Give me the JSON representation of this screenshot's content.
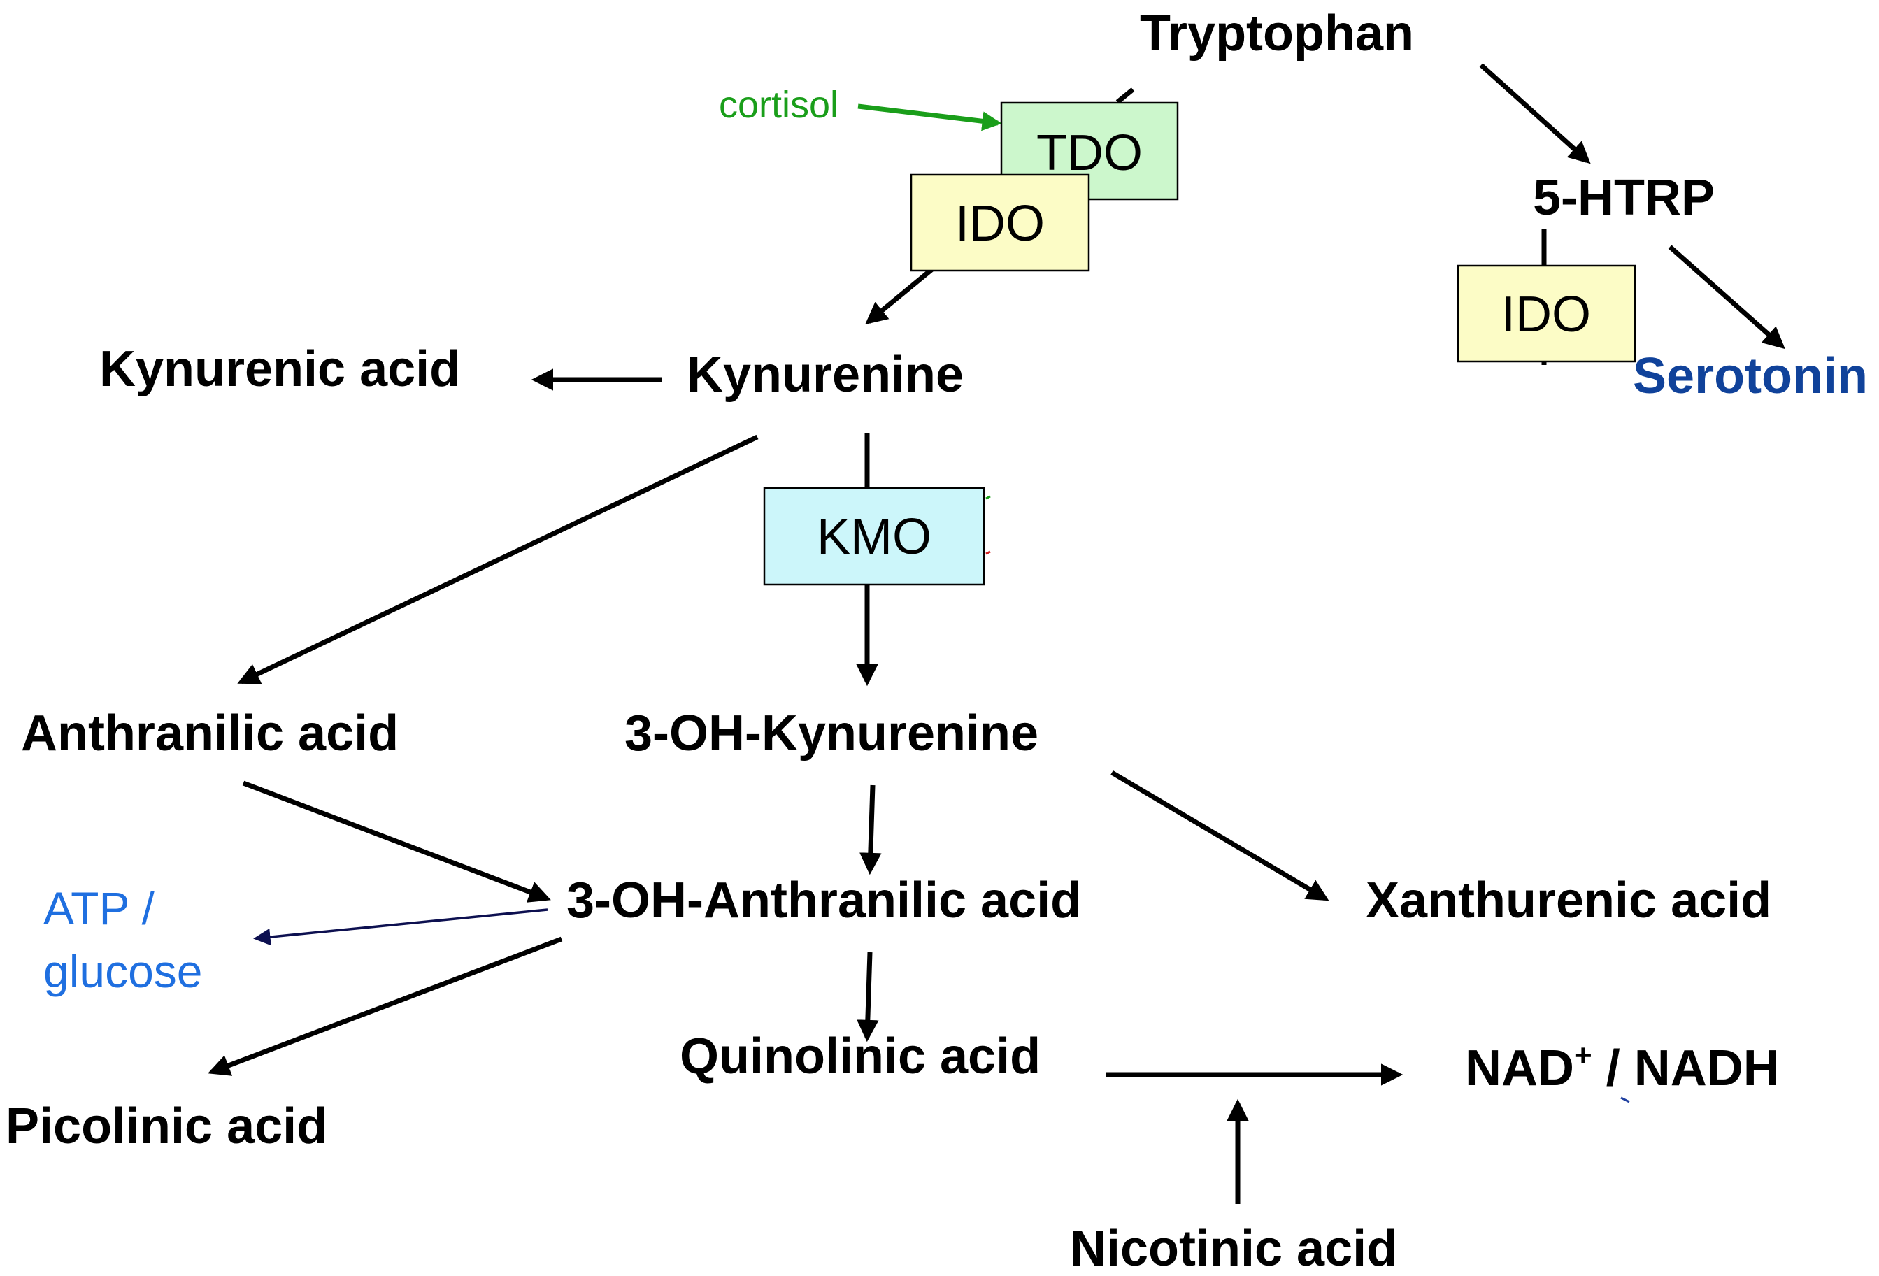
{
  "colors": {
    "tdo_fill": "#ccf7cc",
    "ido_fill": "#fcfcc6",
    "kmo_fill": "#ccf6fa",
    "arrow": "#000000",
    "cortisol": "#1a9e1a",
    "atp_arrow": "#0d1050",
    "blue_note": "#1f6fe0",
    "serotonin": "#10429a"
  },
  "nodes": {
    "tryptophan": "Tryptophan",
    "htrp": "5-HTRP",
    "serotonin": "Serotonin",
    "kynurenine": "Kynurenine",
    "kynurenic_acid": "Kynurenic acid",
    "anthranilic_acid": "Anthranilic acid",
    "oh_kynurenine": "3-OH-Kynurenine",
    "oh_anthranilic_acid": "3-OH-Anthranilic acid",
    "xanthurenic_acid": "Xanthurenic acid",
    "quinolinic_acid": "Quinolinic acid",
    "picolinic_acid": "Picolinic acid",
    "nad": "NAD",
    "nad_sup": "+",
    "nad_rest": " / NADH",
    "nicotinic_acid": "Nicotinic acid"
  },
  "enzymes": {
    "tdo": "TDO",
    "ido_main": "IDO",
    "ido_serotonin": "IDO",
    "kmo": "KMO"
  },
  "notes": {
    "cortisol": "cortisol",
    "atp_line1": "ATP /",
    "atp_line2": "glucose"
  }
}
